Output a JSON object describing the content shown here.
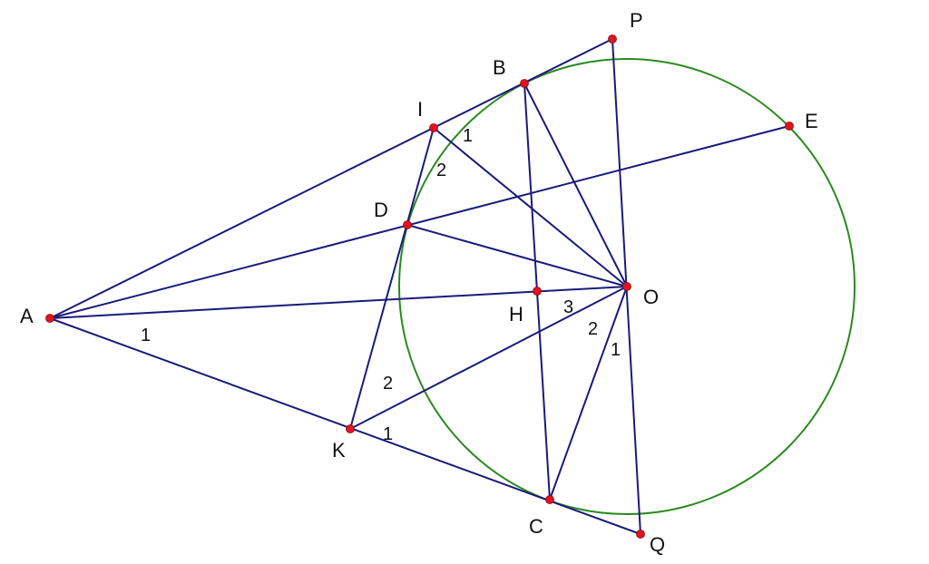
{
  "colors": {
    "segment": "#1a1a7a",
    "circle": "#2a8a1e",
    "point": "#e0141e",
    "text": "#111111"
  },
  "points": {
    "A": "A",
    "B": "B",
    "C": "C",
    "D": "D",
    "E": "E",
    "H": "H",
    "I": "I",
    "K": "K",
    "O": "O",
    "P": "P",
    "Q": "Q"
  },
  "angle_marks": {
    "A1": "1",
    "I1": "1",
    "I2": "2",
    "K1": "1",
    "K2": "2",
    "O1": "1",
    "O2": "2",
    "O3": "3"
  }
}
